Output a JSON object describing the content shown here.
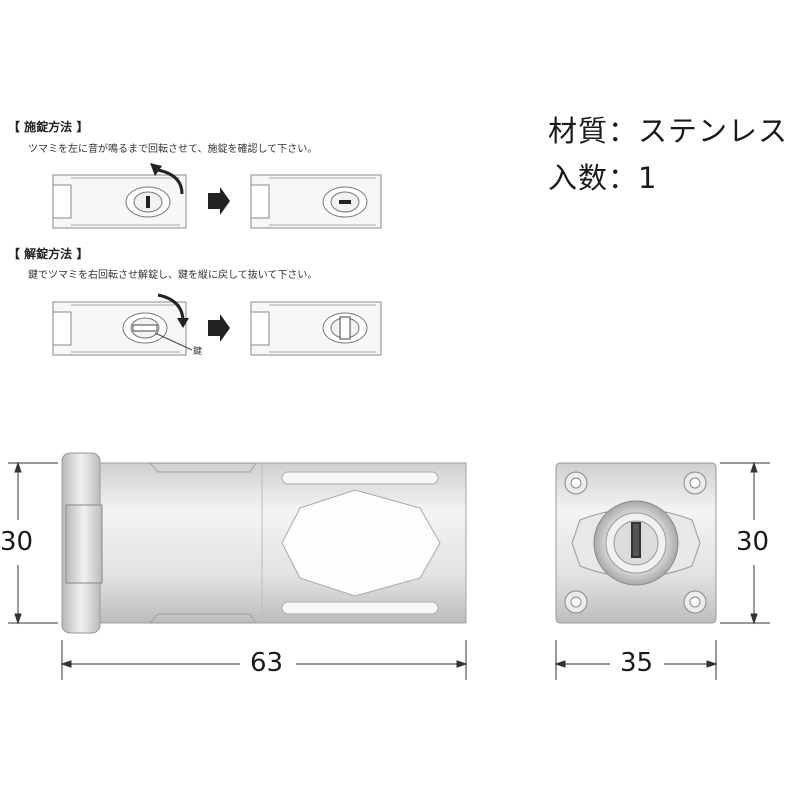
{
  "instructions": {
    "lock": {
      "title": "【 施錠方法 】",
      "description": "ツマミを左に音が鳴るまで回転させて、施錠を確認して下さい。"
    },
    "unlock": {
      "title": "【 解錠方法 】",
      "description": "鍵でツマミを右回転させ解錠し、鍵を縦に戻して抜いて下さい。",
      "key_label": "鍵"
    }
  },
  "specs": {
    "material": "材質：ステンレス",
    "quantity": "入数：1"
  },
  "dimensions": {
    "side_height": "30",
    "length": "63",
    "front_height": "30",
    "width": "35"
  }
}
